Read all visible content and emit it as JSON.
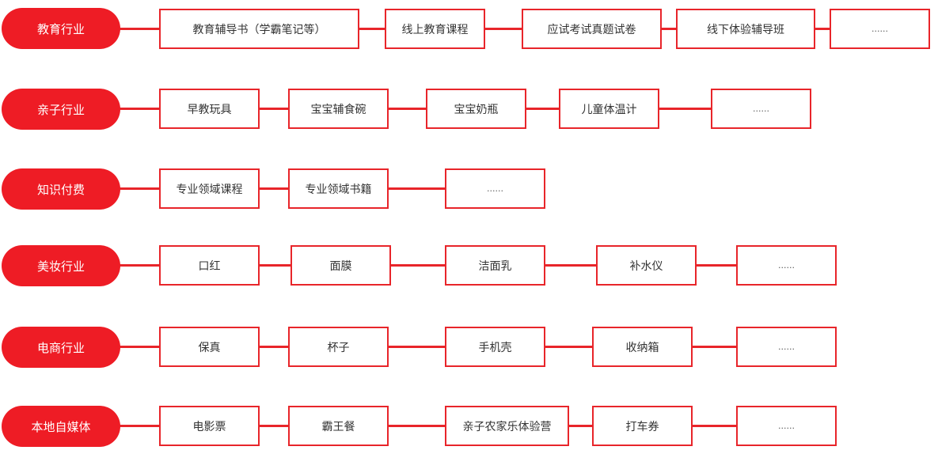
{
  "rows": [
    {
      "category": "教育行业",
      "items": [
        "教育辅导书（学霸笔记等）",
        "线上教育课程",
        "应试考试真题试卷",
        "线下体验辅导班",
        "......"
      ]
    },
    {
      "category": "亲子行业",
      "items": [
        "早教玩具",
        "宝宝辅食碗",
        "宝宝奶瓶",
        "儿童体温计",
        "......"
      ]
    },
    {
      "category": "知识付费",
      "items": [
        "专业领域课程",
        "专业领域书籍",
        "......"
      ]
    },
    {
      "category": "美妆行业",
      "items": [
        "口红",
        "面膜",
        "洁面乳",
        "补水仪",
        "......"
      ]
    },
    {
      "category": "电商行业",
      "items": [
        "保真",
        "杯子",
        "手机壳",
        "收纳箱",
        "......"
      ]
    },
    {
      "category": "本地自媒体",
      "items": [
        "电影票",
        "霸王餐",
        "亲子农家乐体验营",
        "打车券",
        "......"
      ]
    }
  ],
  "colors": {
    "accent": "#ee1c25",
    "line": "#e8252a",
    "text": "#333333"
  }
}
